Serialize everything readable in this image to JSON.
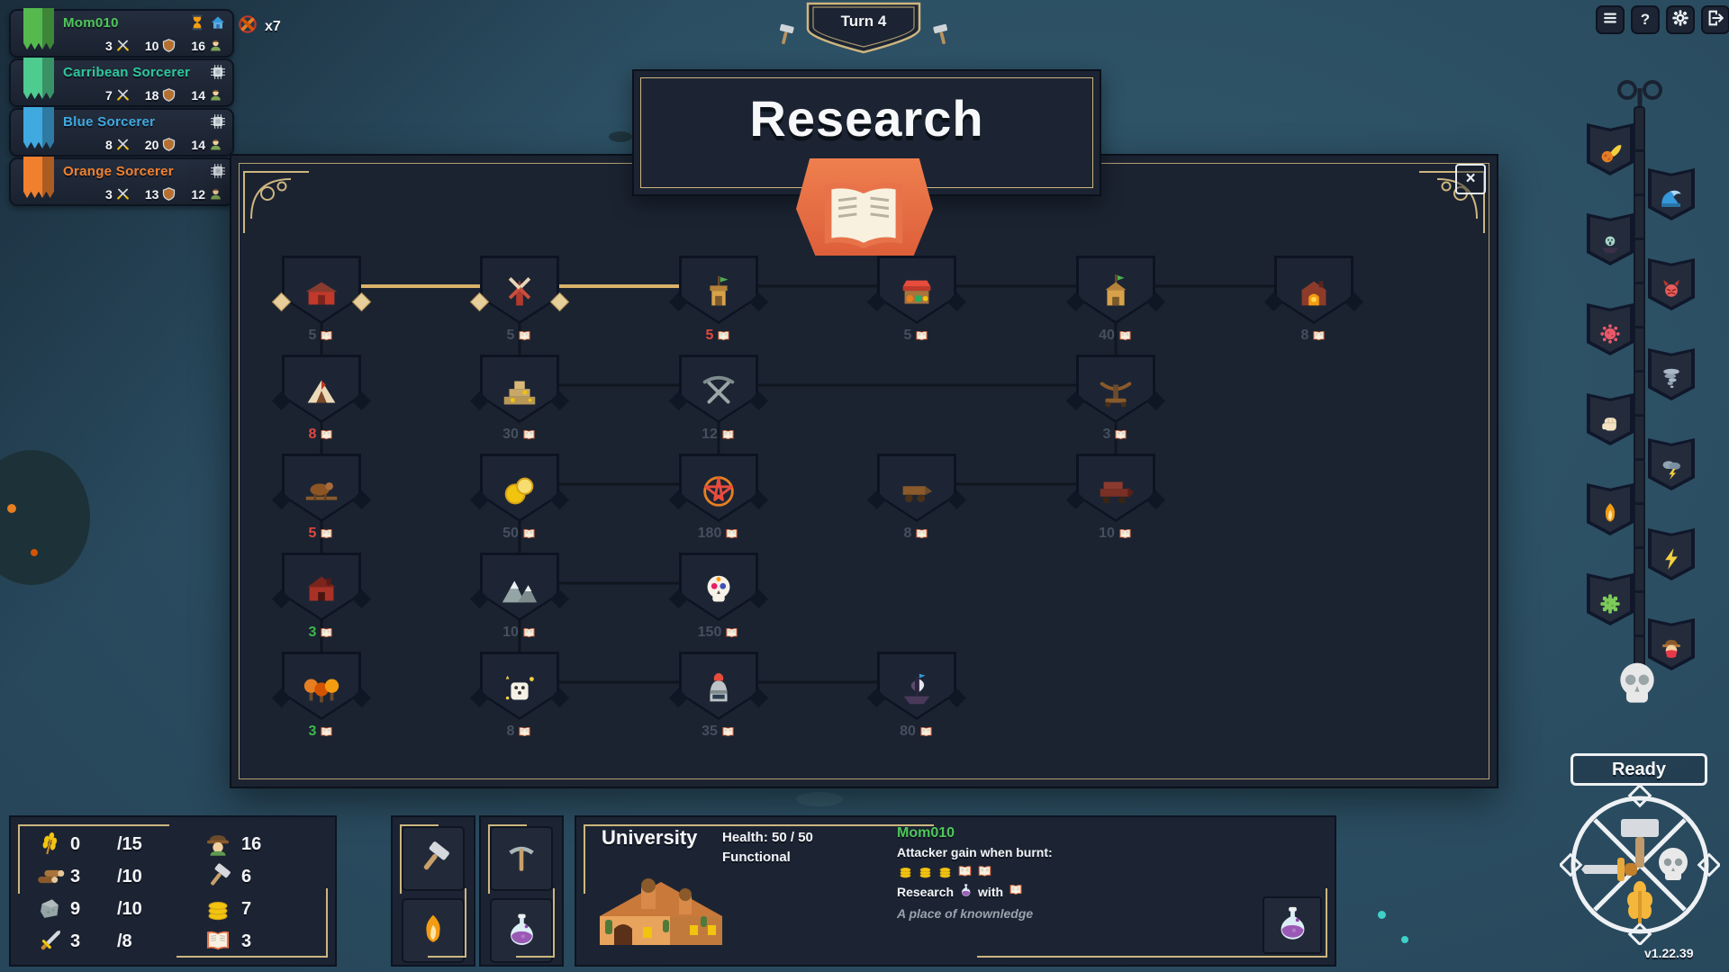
{
  "colors": {
    "gold": "#cdb67f",
    "panel": "#1c2433",
    "cost_red": "#e0483f",
    "cost_green": "#3cb84a",
    "owner_green": "#4dc757"
  },
  "header": {
    "turn_label": "Turn 4",
    "burn_multiplier": "x7",
    "help_label": "?",
    "close_label": "×"
  },
  "players": [
    {
      "name": "Mom010",
      "name_color": "#4dc757",
      "flag_color": "#55b94e",
      "attack": "3",
      "defense": "10",
      "population": "16",
      "status": [
        "hourglass",
        "house"
      ]
    },
    {
      "name": "Carribean Sorcerer",
      "name_color": "#2fc79b",
      "flag_color": "#4ecb8e",
      "attack": "7",
      "defense": "18",
      "population": "14",
      "status": [
        "chip"
      ]
    },
    {
      "name": "Blue Sorcerer",
      "name_color": "#3fa9e0",
      "flag_color": "#3fa9e0",
      "attack": "8",
      "defense": "20",
      "population": "14",
      "status": [
        "chip"
      ]
    },
    {
      "name": "Orange Sorcerer",
      "name_color": "#f0802e",
      "flag_color": "#f0802e",
      "attack": "3",
      "defense": "13",
      "population": "12",
      "status": [
        "chip"
      ]
    }
  ],
  "research": {
    "title": "Research",
    "nodes": [
      {
        "icon": "farm",
        "cost": "5",
        "cost_color": "normal",
        "col": 0,
        "row": 0,
        "researched": true
      },
      {
        "icon": "windmill",
        "cost": "5",
        "cost_color": "normal",
        "col": 1,
        "row": 0,
        "researched": true
      },
      {
        "icon": "tower-flag",
        "cost": "5",
        "cost_color": "red",
        "col": 2,
        "row": 0,
        "researched": false
      },
      {
        "icon": "market",
        "cost": "5",
        "cost_color": "normal",
        "col": 3,
        "row": 0,
        "researched": false
      },
      {
        "icon": "fort",
        "cost": "40",
        "cost_color": "normal",
        "col": 4,
        "row": 0,
        "researched": false
      },
      {
        "icon": "forge",
        "cost": "8",
        "cost_color": "normal",
        "col": 5,
        "row": 0,
        "researched": false
      },
      {
        "icon": "camp",
        "cost": "8",
        "cost_color": "red",
        "col": 0,
        "row": 1,
        "researched": false
      },
      {
        "icon": "mine",
        "cost": "30",
        "cost_color": "normal",
        "col": 1,
        "row": 1,
        "researched": false
      },
      {
        "icon": "pickaxes",
        "cost": "12",
        "cost_color": "normal",
        "col": 2,
        "row": 1,
        "researched": false
      },
      {
        "icon": "ballista",
        "cost": "3",
        "cost_color": "normal",
        "col": 4,
        "row": 1,
        "researched": false
      },
      {
        "icon": "livestock",
        "cost": "5",
        "cost_color": "red",
        "col": 0,
        "row": 2,
        "researched": false
      },
      {
        "icon": "coins",
        "cost": "50",
        "cost_color": "normal",
        "col": 1,
        "row": 2,
        "researched": false
      },
      {
        "icon": "pentagram",
        "cost": "180",
        "cost_color": "normal",
        "col": 2,
        "row": 2,
        "researched": false
      },
      {
        "icon": "wagon",
        "cost": "8",
        "cost_color": "normal",
        "col": 3,
        "row": 2,
        "researched": false
      },
      {
        "icon": "siege-ram",
        "cost": "10",
        "cost_color": "normal",
        "col": 4,
        "row": 2,
        "researched": false
      },
      {
        "icon": "smithy",
        "cost": "3",
        "cost_color": "green",
        "col": 0,
        "row": 3,
        "researched": false
      },
      {
        "icon": "mountain",
        "cost": "10",
        "cost_color": "normal",
        "col": 1,
        "row": 3,
        "researched": false
      },
      {
        "icon": "sugar-skull",
        "cost": "150",
        "cost_color": "normal",
        "col": 2,
        "row": 3,
        "researched": false
      },
      {
        "icon": "orchard",
        "cost": "3",
        "cost_color": "green",
        "col": 0,
        "row": 4,
        "researched": false
      },
      {
        "icon": "dice",
        "cost": "8",
        "cost_color": "normal",
        "col": 1,
        "row": 4,
        "researched": false
      },
      {
        "icon": "knight",
        "cost": "35",
        "cost_color": "normal",
        "col": 2,
        "row": 4,
        "researched": false
      },
      {
        "icon": "ship",
        "cost": "80",
        "cost_color": "normal",
        "col": 3,
        "row": 4,
        "researched": false
      }
    ],
    "connections": [
      {
        "a": [
          0,
          0
        ],
        "b": [
          1,
          0
        ],
        "gold": true
      },
      {
        "a": [
          1,
          0
        ],
        "b": [
          2,
          0
        ],
        "gold": true
      },
      {
        "a": [
          2,
          0
        ],
        "b": [
          3,
          0
        ],
        "gold": false
      },
      {
        "a": [
          3,
          0
        ],
        "b": [
          4,
          0
        ],
        "gold": false
      },
      {
        "a": [
          4,
          0
        ],
        "b": [
          5,
          0
        ],
        "gold": false
      },
      {
        "a": [
          0,
          0
        ],
        "b": [
          0,
          1
        ],
        "gold": false
      },
      {
        "a": [
          0,
          1
        ],
        "b": [
          0,
          2
        ],
        "gold": false
      },
      {
        "a": [
          0,
          2
        ],
        "b": [
          0,
          3
        ],
        "gold": false
      },
      {
        "a": [
          0,
          3
        ],
        "b": [
          0,
          4
        ],
        "gold": false
      },
      {
        "a": [
          1,
          0
        ],
        "b": [
          1,
          1
        ],
        "gold": false
      },
      {
        "a": [
          1,
          1
        ],
        "b": [
          2,
          1
        ],
        "gold": false
      },
      {
        "a": [
          2,
          1
        ],
        "b": [
          4,
          1
        ],
        "gold": false
      },
      {
        "a": [
          4,
          0
        ],
        "b": [
          4,
          1
        ],
        "gold": false
      },
      {
        "a": [
          2,
          1
        ],
        "b": [
          2,
          2
        ],
        "gold": false
      },
      {
        "a": [
          1,
          2
        ],
        "b": [
          2,
          2
        ],
        "gold": false
      },
      {
        "a": [
          3,
          2
        ],
        "b": [
          4,
          2
        ],
        "gold": false
      },
      {
        "a": [
          4,
          1
        ],
        "b": [
          3,
          2
        ],
        "gold": false
      },
      {
        "a": [
          1,
          2
        ],
        "b": [
          1,
          3
        ],
        "gold": false
      },
      {
        "a": [
          1,
          3
        ],
        "b": [
          2,
          3
        ],
        "gold": false
      },
      {
        "a": [
          1,
          3
        ],
        "b": [
          1,
          4
        ],
        "gold": false
      },
      {
        "a": [
          1,
          4
        ],
        "b": [
          2,
          4
        ],
        "gold": false
      },
      {
        "a": [
          2,
          4
        ],
        "b": [
          3,
          4
        ],
        "gold": false
      }
    ]
  },
  "spell_bar": {
    "spells": [
      "meteor",
      "wave",
      "ghost-ship",
      "devil",
      "virus",
      "tornado",
      "fist",
      "storm",
      "flame",
      "lightning",
      "germ",
      "bandit"
    ]
  },
  "ready_button": {
    "label": "Ready"
  },
  "version_label": "v1.22.39",
  "resources": {
    "left": [
      {
        "icon": "wheat",
        "value": "0",
        "cap": "/15"
      },
      {
        "icon": "wood",
        "value": "3",
        "cap": "/10"
      },
      {
        "icon": "stone",
        "value": "9",
        "cap": "/10"
      },
      {
        "icon": "sword",
        "value": "3",
        "cap": "/8"
      }
    ],
    "right": [
      {
        "icon": "farmer",
        "value": "16"
      },
      {
        "icon": "hammer",
        "value": "6"
      },
      {
        "icon": "coins-stack",
        "value": "7"
      },
      {
        "icon": "book",
        "value": "3"
      }
    ]
  },
  "actions": {
    "group1": [
      "hammer",
      "flame"
    ],
    "group2": [
      "pickaxe",
      "potion"
    ]
  },
  "building_info": {
    "name": "University",
    "health_label": "Health:",
    "health_value": "50 / 50",
    "status": "Functional",
    "owner": "Mom010",
    "burnt_label": "Attacker gain when burnt:",
    "burnt_rewards": [
      "coins-stack",
      "coins-stack",
      "coins-stack",
      "book",
      "book"
    ],
    "research_prefix": "Research",
    "research_with": "with",
    "flavor": "A place of knownledge"
  }
}
